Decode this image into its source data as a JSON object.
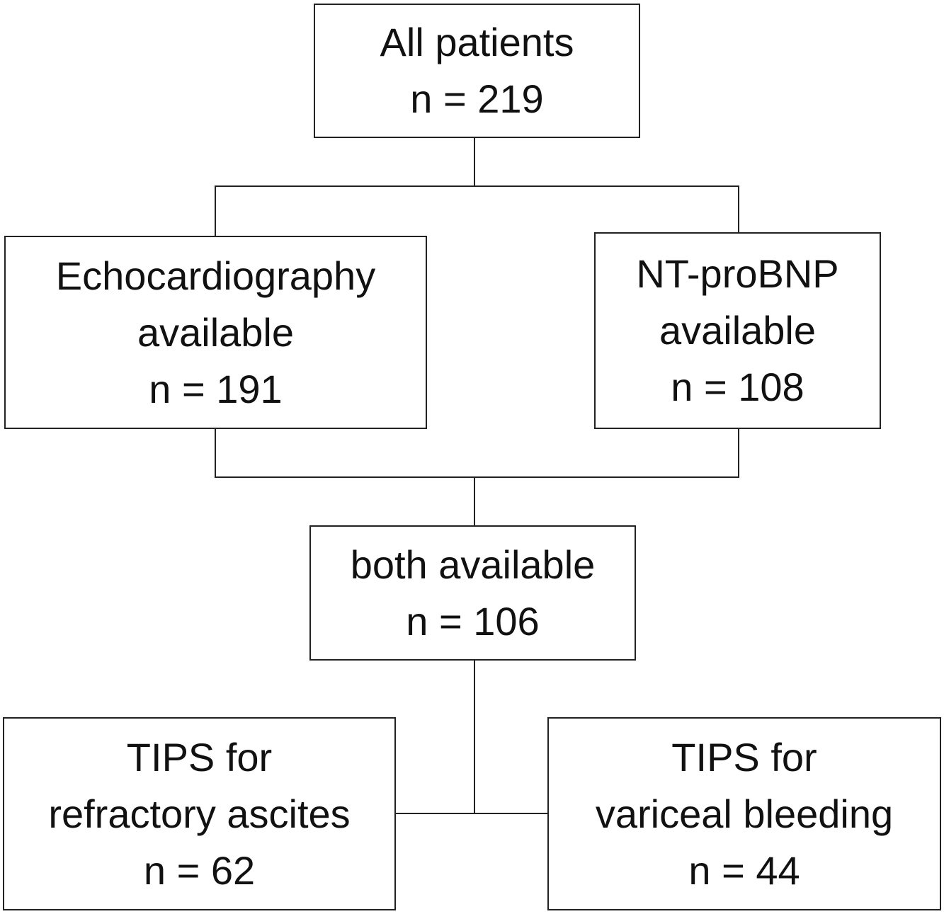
{
  "nodes": {
    "all_patients": {
      "line1": "All patients",
      "line2": "n = 219"
    },
    "echo": {
      "line1": "Echocardiography",
      "line2": "available",
      "line3": "n = 191"
    },
    "ntprobnp": {
      "line1": "NT-proBNP",
      "line2": "available",
      "line3": "n = 108"
    },
    "both": {
      "line1": "both available",
      "line2": "n = 106"
    },
    "ascites": {
      "line1": "TIPS for",
      "line2": "refractory ascites",
      "line3": "n = 62"
    },
    "bleeding": {
      "line1": "TIPS for",
      "line2": "variceal bleeding",
      "line3": "n = 44"
    }
  }
}
